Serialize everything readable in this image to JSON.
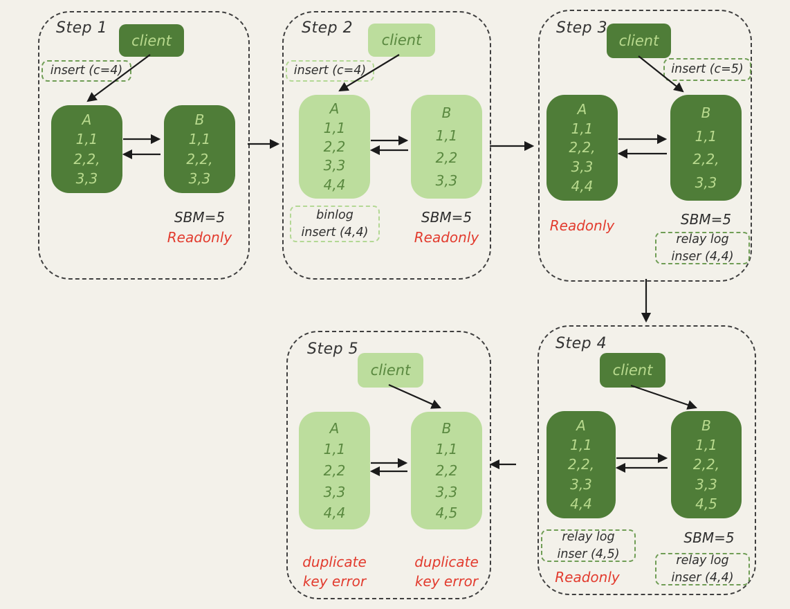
{
  "colors": {
    "background": "#f3f1ea",
    "node_dark_green": "#4f7d38",
    "node_light_green": "#bcdd9d",
    "text_on_dark": "#b9da8e",
    "text_on_light": "#59883f",
    "container_border": "#3e3e3e",
    "badge_border_green": "#6f9d55",
    "badge_border_light_green": "#b3d894",
    "error_red": "#e23b2e",
    "arrow_black": "#1b1b1b"
  },
  "steps": [
    {
      "label": "Step 1",
      "client": "client",
      "insert_badge": "insert (c=4)",
      "node_a": {
        "title": "A",
        "rows": [
          "1,1",
          "2,2,",
          "3,3"
        ]
      },
      "node_b": {
        "title": "B",
        "rows": [
          "1,1",
          "2,2,",
          "3,3"
        ]
      },
      "sbm": "SBM=5",
      "readonly": "Readonly"
    },
    {
      "label": "Step 2",
      "client": "client",
      "insert_badge": "insert (c=4)",
      "node_a": {
        "title": "A",
        "rows": [
          "1,1",
          "2,2",
          "3,3",
          "4,4"
        ]
      },
      "node_b": {
        "title": "B",
        "rows": [
          "1,1",
          "2,2",
          "3,3"
        ]
      },
      "binlog_badge": [
        "binlog",
        "insert (4,4)"
      ],
      "sbm": "SBM=5",
      "readonly": "Readonly"
    },
    {
      "label": "Step 3",
      "client": "client",
      "insert_badge": "insert (c=5)",
      "node_a": {
        "title": "A",
        "rows": [
          "1,1",
          "2,2,",
          "3,3",
          "4,4"
        ]
      },
      "node_b": {
        "title": "B",
        "rows": [
          "1,1",
          "2,2,",
          "3,3"
        ]
      },
      "readonly": "Readonly",
      "sbm": "SBM=5",
      "relay_badge_b": [
        "relay log",
        "inser (4,4)"
      ]
    },
    {
      "label": "Step 4",
      "client": "client",
      "node_a": {
        "title": "A",
        "rows": [
          "1,1",
          "2,2,",
          "3,3",
          "4,4"
        ]
      },
      "node_b": {
        "title": "B",
        "rows": [
          "1,1",
          "2,2,",
          "3,3",
          "4,5"
        ]
      },
      "relay_badge_a": [
        "relay log",
        "inser (4,5)"
      ],
      "readonly": "Readonly",
      "sbm": "SBM=5",
      "relay_badge_b": [
        "relay log",
        "inser (4,4)"
      ]
    },
    {
      "label": "Step 5",
      "client": "client",
      "node_a": {
        "title": "A",
        "rows": [
          "1,1",
          "2,2",
          "3,3",
          "4,4"
        ]
      },
      "node_b": {
        "title": "B",
        "rows": [
          "1,1",
          "2,2",
          "3,3",
          "4,5"
        ]
      },
      "error_a": [
        "duplicate",
        "key error"
      ],
      "error_b": [
        "duplicate",
        "key error"
      ]
    }
  ]
}
